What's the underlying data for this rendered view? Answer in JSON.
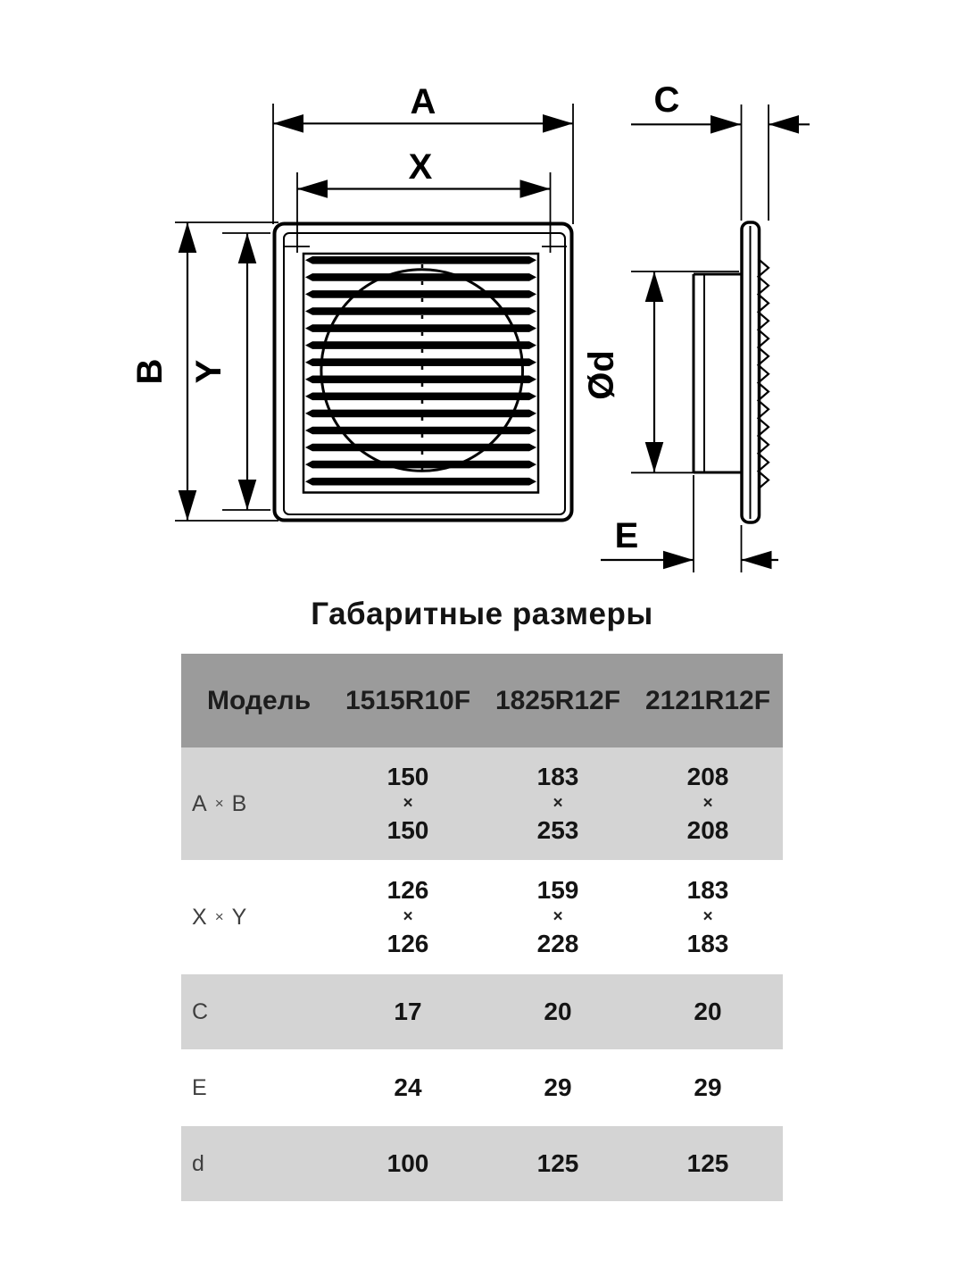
{
  "diagram": {
    "labels": {
      "width_outer": "A",
      "width_inner": "X",
      "height_outer": "B",
      "height_inner": "Y",
      "flange_depth": "C",
      "diameter": "Ød",
      "duct_depth": "E"
    }
  },
  "table": {
    "title": "Габаритные размеры",
    "header": {
      "model_label": "Модель",
      "models": [
        "1515R10F",
        "1825R12F",
        "2121R12F"
      ]
    },
    "rows": [
      {
        "label_left": "A",
        "label_times": "×",
        "label_right": "B",
        "times": "×",
        "values": [
          {
            "a": "150",
            "b": "150"
          },
          {
            "a": "183",
            "b": "253"
          },
          {
            "a": "208",
            "b": "208"
          }
        ]
      },
      {
        "label_left": "X",
        "label_times": "×",
        "label_right": "Y",
        "times": "×",
        "values": [
          {
            "a": "126",
            "b": "126"
          },
          {
            "a": "159",
            "b": "228"
          },
          {
            "a": "183",
            "b": "183"
          }
        ]
      },
      {
        "label_left": "C",
        "values": [
          "17",
          "20",
          "20"
        ]
      },
      {
        "label_left": "E",
        "values": [
          "24",
          "29",
          "29"
        ]
      },
      {
        "label_left": "d",
        "values": [
          "100",
          "125",
          "125"
        ]
      }
    ]
  },
  "colors": {
    "header_bg": "#9b9b9b",
    "row_shade_bg": "#d4d4d4",
    "row_white_bg": "#ffffff",
    "line_color": "#000000",
    "text_color": "#141414"
  }
}
